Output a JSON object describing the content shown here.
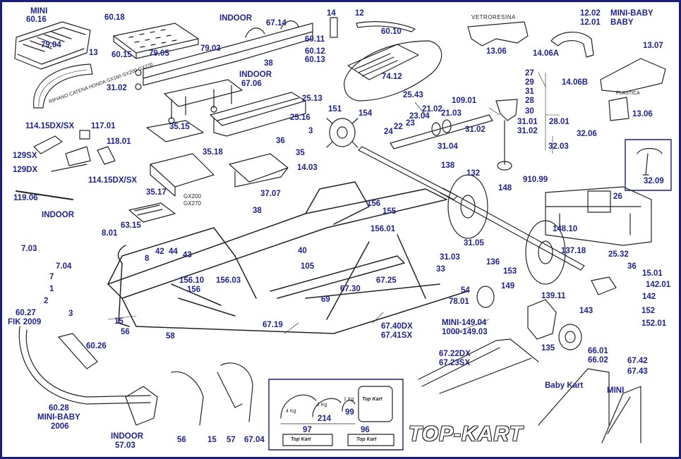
{
  "colors": {
    "label": "#1f2390",
    "line": "#222222",
    "border": "#1a1e7a"
  },
  "text": {
    "mini_tray_title": "MINI",
    "indoor_top": "INDOOR",
    "indoor_mid": "INDOOR",
    "indoor_left": "INDOOR",
    "indoor_bottom": "INDOOR",
    "vetroresina": "VETRORESINA",
    "plastica": "PLASTICA",
    "mini_baby_title": "MINI-BABY",
    "baby_title": "BABY",
    "baby_kart": "Baby Kart",
    "mini_bottom": "MINI",
    "fik_2009": "FIK 2009",
    "mini_baby_2006": "MINI-BABY",
    "year_2006": "2006",
    "gx200": "GX200",
    "gx270": "GX270",
    "kg4": "4 Kg",
    "kg2": "2 Kg",
    "kg1": "1 Kg",
    "brand": "TOP-KART",
    "brand_small": "Top Kart",
    "indoor_tag": "INDOOR",
    "plate_note": "RIPIANO CATENA HONDA GX160 GX200 GX270"
  },
  "labels": {
    "l60_16": "60.16",
    "l79_04": "79.04",
    "l13a": "13",
    "l31_02a": "31.02",
    "l60_18": "60.18",
    "l60_15": "60.15",
    "l79_05": "79.05",
    "l79_03": "79.03",
    "l67_14": "67.14",
    "l38a": "38",
    "l67_06": "67.06",
    "l14": "14",
    "l12": "12",
    "l60_10": "60.10",
    "l60_11": "60.11",
    "l60_12": "60.12",
    "l60_13": "60.13",
    "l74_12": "74.12",
    "l13_06a": "13.06",
    "l12_02": "12.02",
    "l12_01": "12.01",
    "l14_06a": "14.06A",
    "l14_06b": "14.06B",
    "l13_07": "13.07",
    "l13_06b": "13.06",
    "l25_13": "25.13",
    "l25_16": "25.16",
    "l3a": "3",
    "l151": "151",
    "l154": "154",
    "l25_43": "25.43",
    "l109_01": "109.01",
    "l21_02": "21.02",
    "l21_03": "21.03",
    "l23_04": "23.04",
    "l23": "23",
    "l22": "22",
    "l24": "24",
    "l31_02b": "31.02",
    "l31_04": "31.04",
    "l27": "27",
    "l29": "29",
    "l31": "31",
    "l28": "28",
    "l30": "30",
    "l31_01": "31.01",
    "l31_02c": "31.02",
    "l28_01": "28.01",
    "l32_06": "32.06",
    "l32_03": "32.03",
    "l910_99": "910.99",
    "l32_09": "32.09",
    "l114_15a": "114.15DX/SX",
    "l117_01": "117.01",
    "l118_01": "118.01",
    "l129sx": "129SX",
    "l129dx": "129DX",
    "l114_15b": "114.15DX/SX",
    "l35_15": "35.15",
    "l35_18": "35.18",
    "l36a": "36",
    "l35": "35",
    "l35_17": "35.17",
    "l14_03": "14.03",
    "l37_07": "37.07",
    "l38b": "38",
    "l119_06": "119.06",
    "l63_15": "63.15",
    "l138": "138",
    "l132": "132",
    "l148": "148",
    "l26": "26",
    "l156": "156",
    "l155": "155",
    "l156_01": "156.01",
    "l148_10": "148.10",
    "l137_18": "137.18",
    "l25_32": "25.32",
    "l7_03": "7.03",
    "l8_01": "8.01",
    "l7_04": "7.04",
    "l42": "42",
    "l44": "44",
    "l43": "43",
    "l8": "8",
    "l40": "40",
    "l105": "105",
    "l31_03": "31.03",
    "l31_05": "31.05",
    "l136": "136",
    "l153": "153",
    "l36b": "36",
    "l15_01": "15.01",
    "l142_01": "142.01",
    "l142": "142",
    "l152": "152",
    "l152_01": "152.01",
    "l7": "7",
    "l1": "1",
    "l2": "2",
    "l3b": "3",
    "l156_10": "156.10",
    "l156b": "156",
    "l156_03": "156.03",
    "l67_30": "67.30",
    "l67_25": "67.25",
    "l33": "33",
    "l54": "54",
    "l78_01": "78.01",
    "l149": "149",
    "l139_11": "139.11",
    "l143": "143",
    "l69": "69",
    "l67_19": "67.19",
    "l67_40": "67.40DX",
    "l67_41": "67.41SX",
    "l149_04": "MINI-149.04",
    "l149_03": "1000-149.03",
    "l135": "135",
    "l15a": "15",
    "l56a": "56",
    "l58": "58",
    "l60_27": "60.27",
    "l60_26": "60.26",
    "l67_22": "67.22DX",
    "l67_23": "67.23SX",
    "l66_01": "66.01",
    "l66_02": "66.02",
    "l67_42": "67.42",
    "l67_43": "67.43",
    "l60_28": "60.28",
    "l57_03": "57.03",
    "l56b": "56",
    "l15b": "15",
    "l57": "57",
    "l67_04": "67.04",
    "l214": "214",
    "l99": "99",
    "l97": "97",
    "l96": "96"
  }
}
